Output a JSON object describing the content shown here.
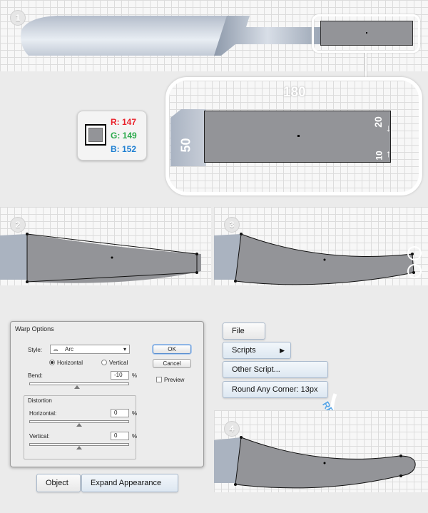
{
  "steps": [
    "1",
    "2",
    "3",
    "4"
  ],
  "dimensions": {
    "width": "180",
    "height": "50",
    "top": "20",
    "bottom": "10"
  },
  "color": {
    "r": "R: 147",
    "g": "G: 149",
    "b": "B: 152",
    "fill": "#939498",
    "r_color": "#e8202a",
    "g_color": "#2aa84a",
    "b_color": "#1f7fd1"
  },
  "warp_options": {
    "title": "Warp Options",
    "style_label": "Style:",
    "style_value": "Arc",
    "orientation_horizontal": "Horizontal",
    "orientation_vertical": "Vertical",
    "bend_label": "Bend:",
    "bend_value": "-10",
    "percent": "%",
    "distortion_label": "Distortion",
    "horizontal_label": "Horizontal:",
    "horizontal_value": "0",
    "vertical_label": "Vertical:",
    "vertical_value": "0",
    "ok": "OK",
    "cancel": "Cancel",
    "preview": "Preview"
  },
  "menu": {
    "object": "Object",
    "expand_appearance": "Expand Appearance",
    "file": "File",
    "scripts": "Scripts",
    "other_script": "Other Script...",
    "round_any_corner": "Round Any Corner: 13px"
  },
  "result_label": "RESULT"
}
